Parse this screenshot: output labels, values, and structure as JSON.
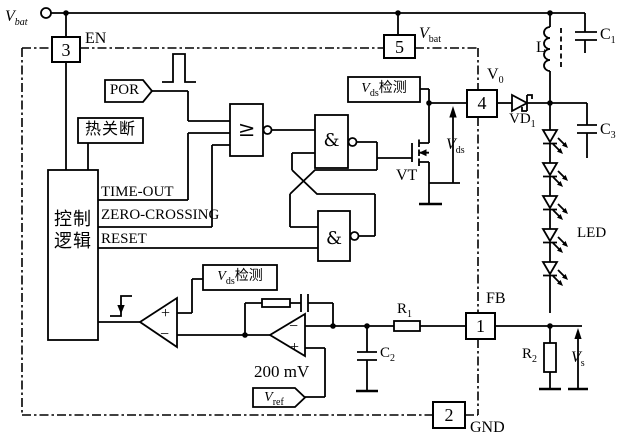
{
  "schematic": {
    "background": "#ffffff",
    "line_color": "#000000",
    "source": {
      "label_v": "V",
      "label_sub": "bat"
    },
    "pins": {
      "en": {
        "number": "3",
        "label": "EN"
      },
      "vbat": {
        "number": "5",
        "label_v": "V",
        "label_sub": "bat"
      },
      "vo": {
        "number": "4",
        "label_v": "V",
        "label_sub": "0"
      },
      "fb": {
        "number": "1",
        "label": "FB"
      },
      "gnd": {
        "number": "2",
        "label": "GND"
      }
    },
    "blocks": {
      "por": {
        "label": "POR"
      },
      "thermal_shutdown": {
        "label": "热关断"
      },
      "control_logic": {
        "line1": "控制",
        "line2": "逻辑"
      },
      "vds_detect": {
        "label_v": "V",
        "label_sub": "ds",
        "label_text": "检测"
      }
    },
    "signals": {
      "timeout": "TIME-OUT",
      "zero_crossing": "ZERO-CROSSING",
      "reset": "RESET"
    },
    "gates": {
      "or_label": "≥",
      "nand_label": "&"
    },
    "comparator": {
      "plus": "+",
      "minus": "−"
    },
    "error_amp": {
      "plus": "+",
      "minus": "−"
    },
    "reference": {
      "value": "200 mV",
      "label_v": "V",
      "label_sub": "ref"
    },
    "mosfet": {
      "name": "VT",
      "vds_v": "V",
      "vds_sub": "ds"
    },
    "components": {
      "inductor": {
        "label": "L"
      },
      "c1": {
        "label": "C",
        "sub": "1"
      },
      "c2": {
        "label": "C",
        "sub": "2"
      },
      "c3": {
        "label": "C",
        "sub": "3"
      },
      "r1": {
        "label": "R",
        "sub": "1"
      },
      "r2": {
        "label": "R",
        "sub": "2"
      },
      "vd1": {
        "label": "VD",
        "sub": "1"
      },
      "led": {
        "label": "LED",
        "count": 5
      },
      "vs": {
        "label_v": "V",
        "label_sub": "s"
      }
    }
  }
}
